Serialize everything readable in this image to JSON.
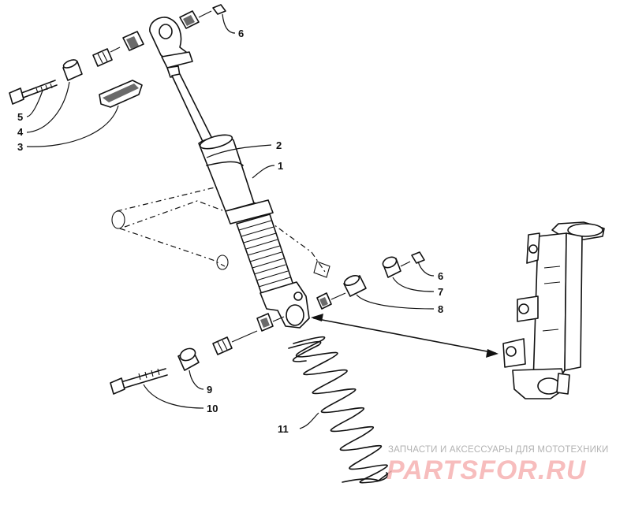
{
  "diagram": {
    "callouts": {
      "c1": "1",
      "c2": "2",
      "c3": "3",
      "c4": "4",
      "c5": "5",
      "c6a": "6",
      "c6b": "6",
      "c7": "7",
      "c8": "8",
      "c9": "9",
      "c10": "10",
      "c11": "11"
    }
  },
  "watermark": {
    "caption": "ЗАПЧАСТИ И АКСЕССУАРЫ ДЛЯ МОТОТЕХНИКИ",
    "logo": "PARTSFOR.RU"
  }
}
